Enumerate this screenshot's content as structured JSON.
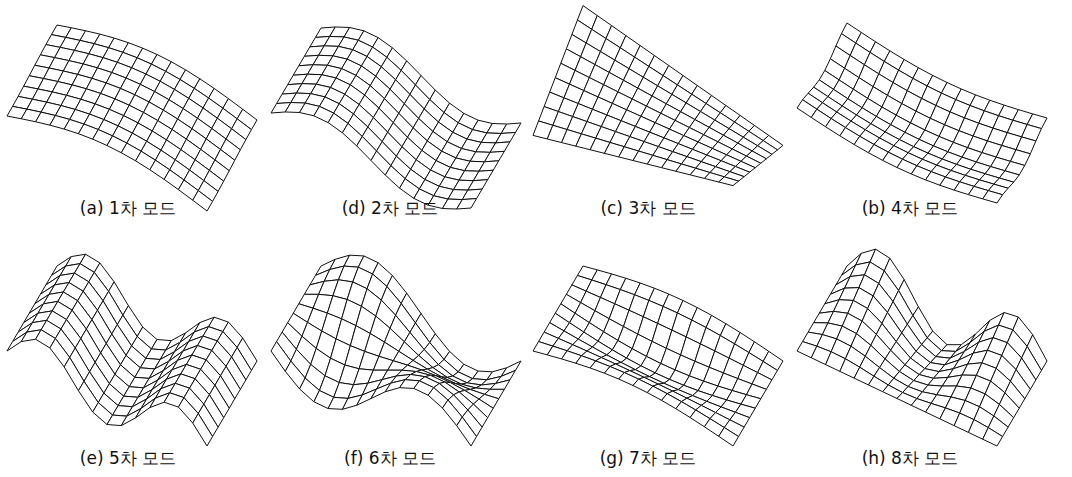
{
  "diagram": {
    "labels": [
      "(a) 1차 모드",
      "(d) 2차 모드",
      "(c) 3차 모드",
      "(b) 4차 모드",
      "(e) 5차 모드",
      "(f) 6차 모드",
      "(g) 7차 모드",
      "(h) 8차 모드"
    ]
  }
}
